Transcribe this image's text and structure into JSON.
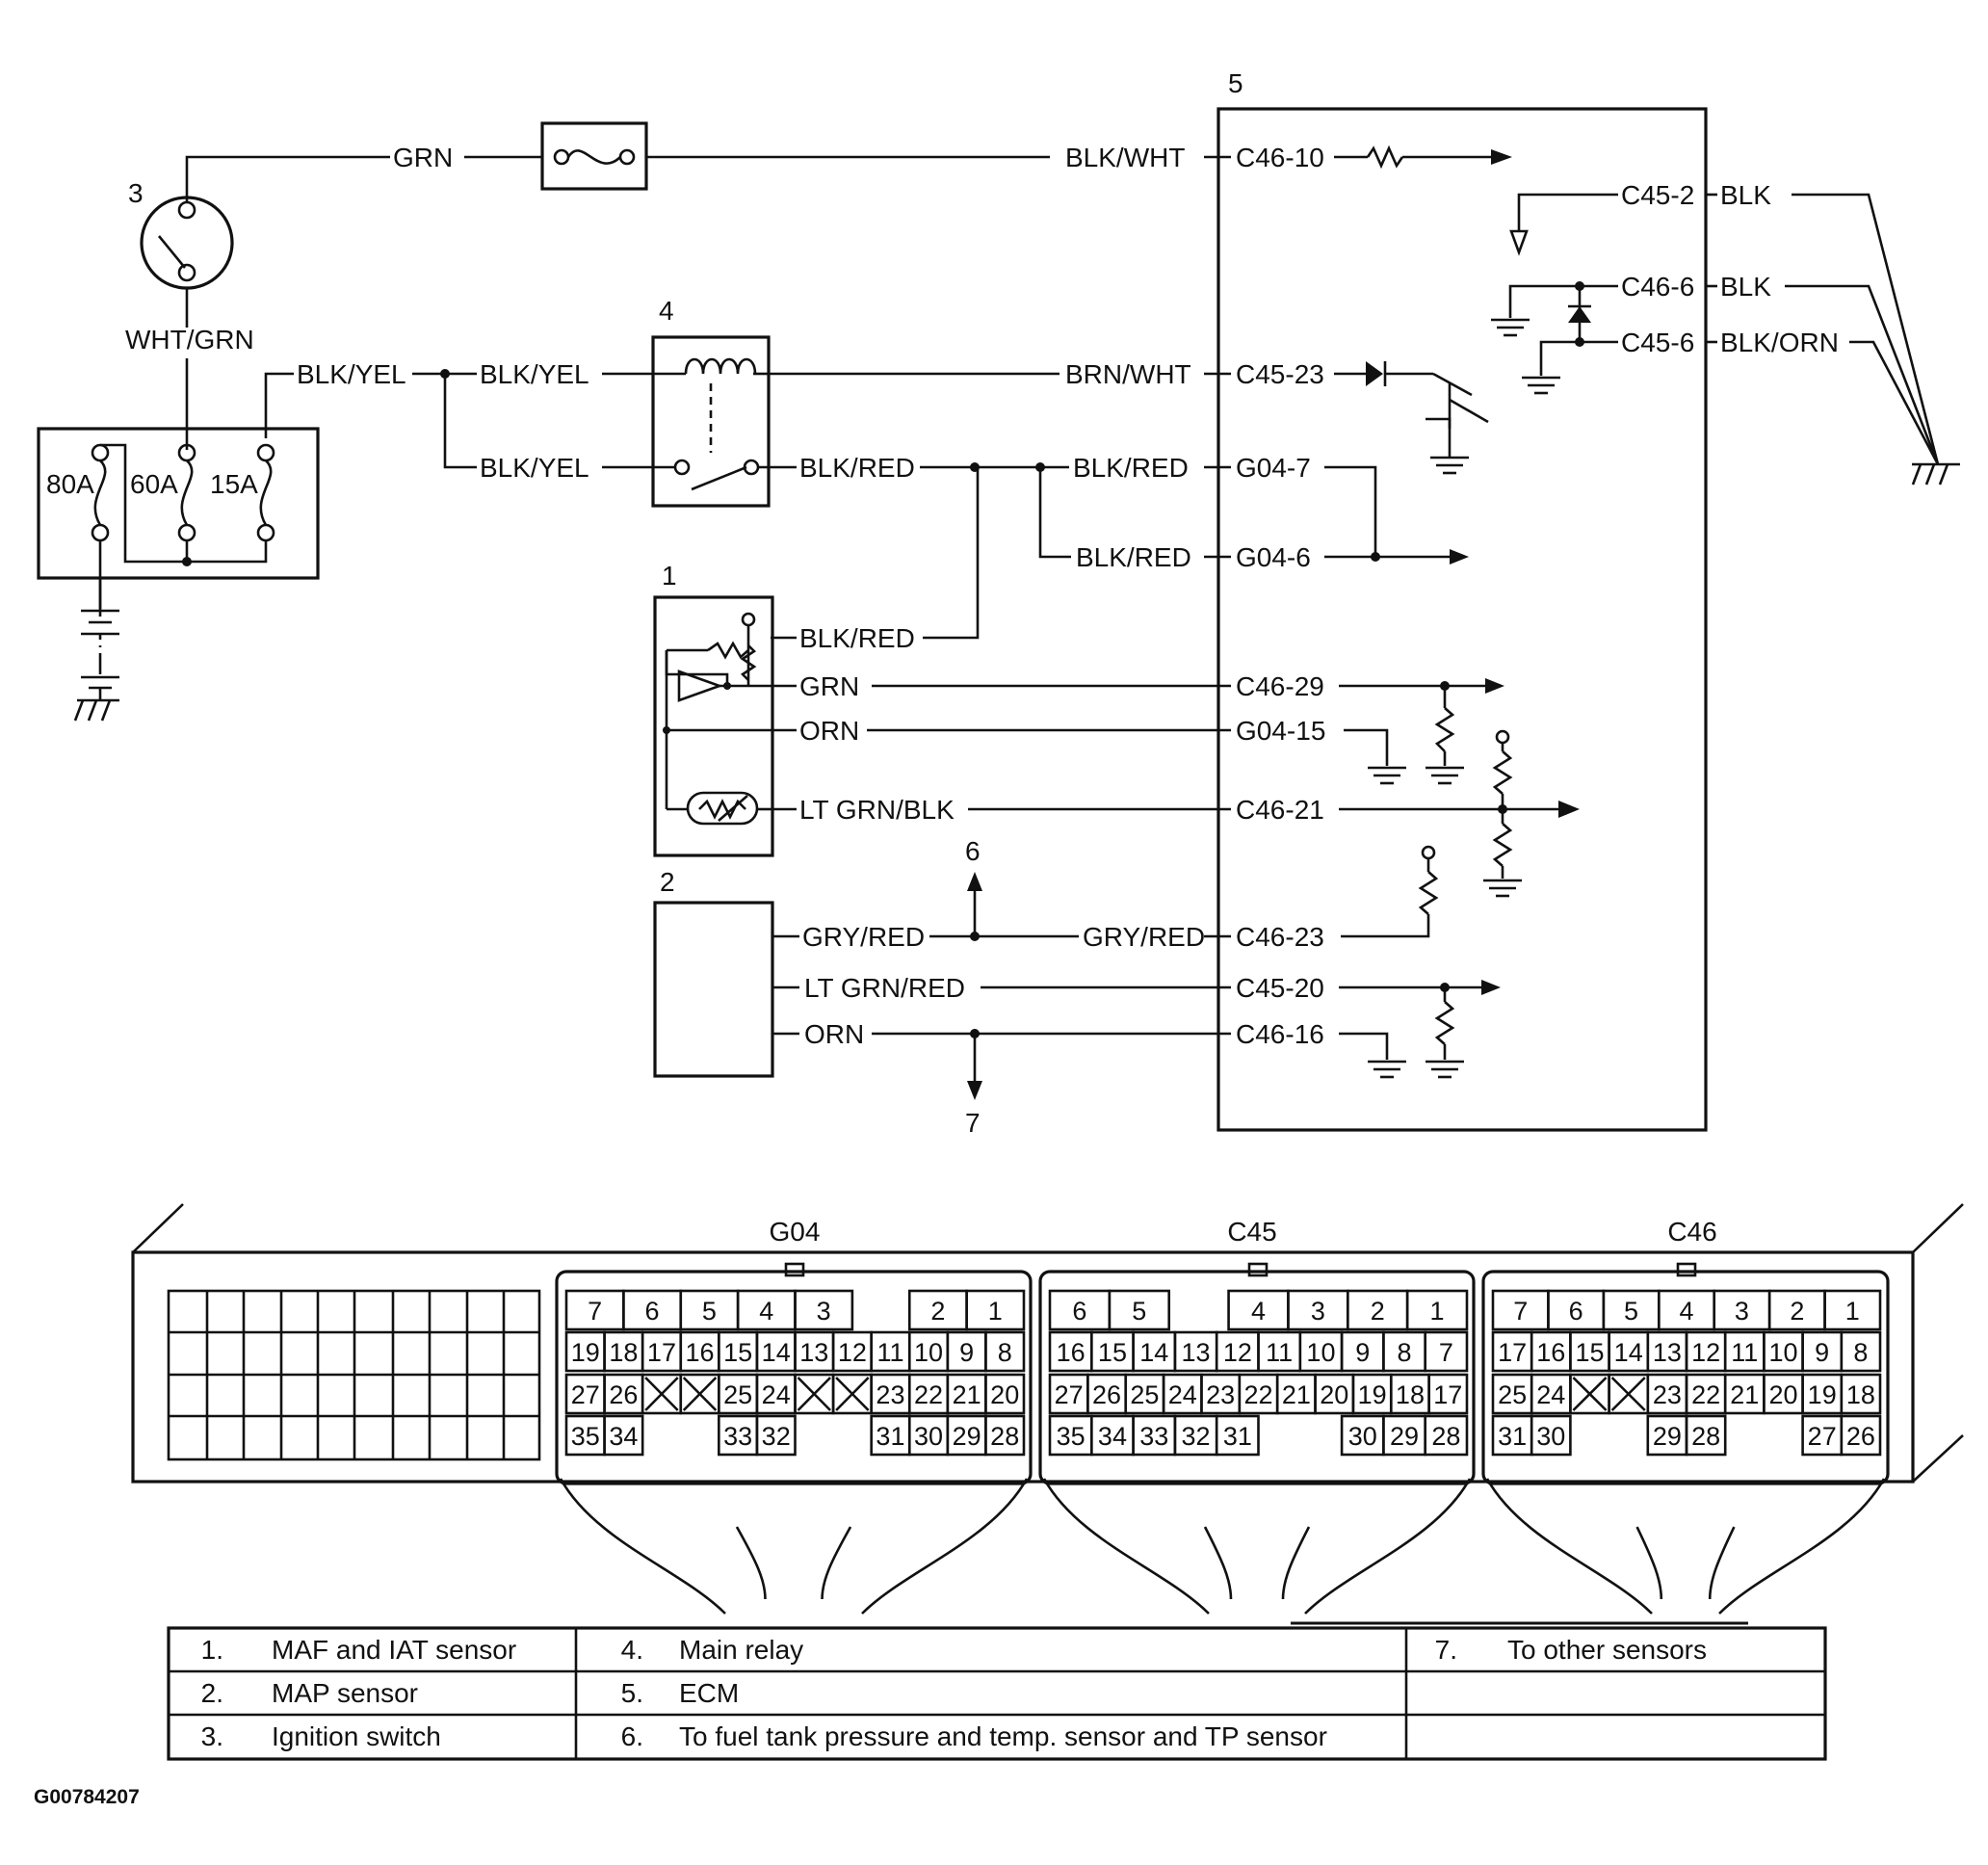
{
  "component_numbers": {
    "ignition_switch": "3",
    "main_relay": "4",
    "ecm": "5",
    "maf_iat": "1",
    "map": "2",
    "to_fuel_tank": "6",
    "to_other": "7"
  },
  "fuses": {
    "f80": "80A",
    "f60": "60A",
    "f15": "15A"
  },
  "wires": {
    "grn_top": "GRN",
    "blk_wht": "BLK/WHT",
    "wht_grn": "WHT/GRN",
    "blk_yel_1": "BLK/YEL",
    "blk_yel_2": "BLK/YEL",
    "blk_yel_3": "BLK/YEL",
    "brn_wht": "BRN/WHT",
    "blk_red_relay": "BLK/RED",
    "blk_red_1": "BLK/RED",
    "blk_red_2": "BLK/RED",
    "blk_red_maf": "BLK/RED",
    "grn_maf": "GRN",
    "orn_maf": "ORN",
    "ltgrn_blk": "LT GRN/BLK",
    "gry_red_1": "GRY/RED",
    "gry_red_2": "GRY/RED",
    "ltgrn_red": "LT GRN/RED",
    "orn_map": "ORN",
    "blk_1": "BLK",
    "blk_2": "BLK",
    "blk_orn": "BLK/ORN"
  },
  "terminals": {
    "c46_10": "C46-10",
    "c45_2": "C45-2",
    "c46_6": "C46-6",
    "c45_6": "C45-6",
    "c45_23": "C45-23",
    "g04_7": "G04-7",
    "g04_6": "G04-6",
    "c46_29": "C46-29",
    "g04_15": "G04-15",
    "c46_21": "C46-21",
    "c46_23": "C46-23",
    "c45_20": "C45-20",
    "c46_16": "C46-16"
  },
  "connectors": [
    {
      "name": "G04",
      "rows": [
        [
          "7",
          "6",
          "5",
          "4",
          "3",
          "",
          "2",
          "1"
        ],
        [
          "19",
          "18",
          "17",
          "16",
          "15",
          "14",
          "13",
          "12",
          "11",
          "10",
          "9",
          "8"
        ],
        [
          "27",
          "26",
          "X",
          "X",
          "25",
          "24",
          "X",
          "X",
          "23",
          "22",
          "21",
          "20"
        ],
        [
          "35",
          "34",
          "",
          "",
          "33",
          "32",
          "",
          "",
          "31",
          "30",
          "29",
          "28"
        ]
      ]
    },
    {
      "name": "C45",
      "rows": [
        [
          "6",
          "5",
          "",
          "4",
          "3",
          "2",
          "1"
        ],
        [
          "16",
          "15",
          "14",
          "13",
          "12",
          "11",
          "10",
          "9",
          "8",
          "7"
        ],
        [
          "27",
          "26",
          "25",
          "24",
          "23",
          "22",
          "21",
          "20",
          "19",
          "18",
          "17"
        ],
        [
          "35",
          "34",
          "33",
          "32",
          "31",
          "",
          "",
          "30",
          "29",
          "28"
        ]
      ]
    },
    {
      "name": "C46",
      "rows": [
        [
          "7",
          "6",
          "5",
          "4",
          "3",
          "2",
          "1"
        ],
        [
          "17",
          "16",
          "15",
          "14",
          "13",
          "12",
          "11",
          "10",
          "9",
          "8"
        ],
        [
          "25",
          "24",
          "X",
          "X",
          "23",
          "22",
          "21",
          "20",
          "19",
          "18"
        ],
        [
          "31",
          "30",
          "",
          "",
          "29",
          "28",
          "",
          "",
          "27",
          "26"
        ]
      ]
    }
  ],
  "legend": [
    [
      "1.",
      "MAF and IAT sensor",
      "4.",
      "Main relay",
      "7.",
      "To other sensors"
    ],
    [
      "2.",
      "MAP sensor",
      "5.",
      "ECM",
      "",
      ""
    ],
    [
      "3.",
      "Ignition switch",
      "6.",
      "To fuel tank pressure and temp. sensor and TP sensor",
      "",
      ""
    ]
  ],
  "figure_code": "G00784207"
}
